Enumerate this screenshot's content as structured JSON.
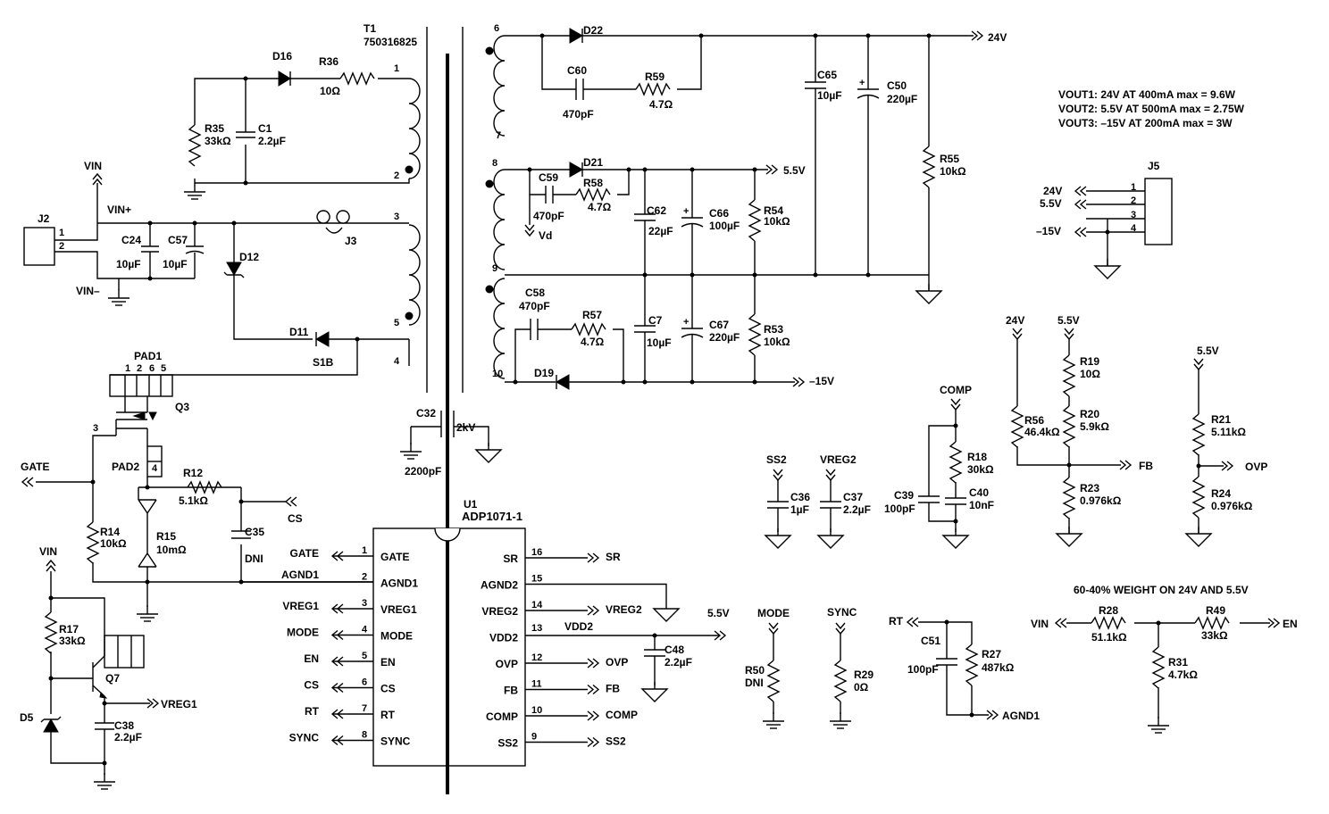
{
  "transformer": {
    "ref": "T1",
    "part": "750316825"
  },
  "ic": {
    "ref": "U1",
    "part": "ADP1071-1"
  },
  "notes": {
    "vout1": "VOUT1: 24V AT 400mA max = 9.6W",
    "vout2": "VOUT2: 5.5V AT 500mA max = 2.75W",
    "vout3": "VOUT3: –15V AT 200mA max = 3W",
    "weight": "60-40% WEIGHT ON 24V AND 5.5V"
  },
  "rails": {
    "r24": "24V",
    "r55": "5.5V",
    "rm15": "–15V",
    "vin": "VIN",
    "vinp": "VIN+",
    "vinm": "VIN–",
    "vd": "Vd",
    "gate": "GATE",
    "cs": "CS",
    "vreg1": "VREG1",
    "vreg2": "VREG2",
    "fb": "FB",
    "ovp": "OVP",
    "en": "EN",
    "agnd1": "AGND1",
    "comp": "COMP",
    "ss2": "SS2",
    "sync": "SYNC",
    "mode": "MODE",
    "rt": "RT",
    "sr": "SR",
    "vdd2": "VDD2"
  },
  "pins_left": [
    {
      "num": "1",
      "name": "GATE",
      "net": "GATE"
    },
    {
      "num": "2",
      "name": "AGND1",
      "net": "AGND1"
    },
    {
      "num": "3",
      "name": "VREG1",
      "net": "VREG1"
    },
    {
      "num": "4",
      "name": "MODE",
      "net": "MODE"
    },
    {
      "num": "5",
      "name": "EN",
      "net": "EN"
    },
    {
      "num": "6",
      "name": "CS",
      "net": "CS"
    },
    {
      "num": "7",
      "name": "RT",
      "net": "RT"
    },
    {
      "num": "8",
      "name": "SYNC",
      "net": "SYNC"
    }
  ],
  "pins_right": [
    {
      "num": "16",
      "name": "SR",
      "net": "SR"
    },
    {
      "num": "15",
      "name": "AGND2",
      "net": ""
    },
    {
      "num": "14",
      "name": "VREG2",
      "net": "VREG2"
    },
    {
      "num": "13",
      "name": "VDD2",
      "net": "VDD2"
    },
    {
      "num": "12",
      "name": "OVP",
      "net": "OVP"
    },
    {
      "num": "11",
      "name": "FB",
      "net": "FB"
    },
    {
      "num": "10",
      "name": "COMP",
      "net": "COMP"
    },
    {
      "num": "9",
      "name": "SS2",
      "net": "SS2"
    }
  ],
  "components": {
    "D16": "D16",
    "R36": "R36",
    "R36v": "10Ω",
    "R35": "R35",
    "R35v": "33kΩ",
    "C1": "C1",
    "C1v": "2.2µF",
    "J2": "J2",
    "C24": "C24",
    "C24v": "10µF",
    "C57": "C57",
    "C57v": "10µF",
    "J3": "J3",
    "D12": "D12",
    "D11": "D11",
    "S1B": "S1B",
    "PAD1": "PAD1",
    "Q3": "Q3",
    "PAD2": "PAD2",
    "R12": "R12",
    "R12v": "5.1kΩ",
    "C35": "C35",
    "C35v": "DNI",
    "R14": "R14",
    "R14v": "10kΩ",
    "R15": "R15",
    "R15v": "10mΩ",
    "R17": "R17",
    "R17v": "33kΩ",
    "Q7": "Q7",
    "D5": "D5",
    "C38": "C38",
    "C38v": "2.2µF",
    "C32": "C32",
    "C32v": "2kV",
    "C32c": "2200pF",
    "D22": "D22",
    "C60": "C60",
    "C60v": "470pF",
    "R59": "R59",
    "R59v": "4.7Ω",
    "C65": "C65",
    "C65v": "10µF",
    "C50": "C50",
    "C50v": "220µF",
    "R55": "R55",
    "R55v": "10kΩ",
    "D21": "D21",
    "C59": "C59",
    "C59v": "470pF",
    "R58": "R58",
    "R58v": "4.7Ω",
    "C62": "C62",
    "C62v": "22µF",
    "C66": "C66",
    "C66v": "100µF",
    "R54": "R54",
    "R54v": "10kΩ",
    "C58": "C58",
    "C58v": "470pF",
    "R57": "R57",
    "R57v": "4.7Ω",
    "C7": "C7",
    "C7v": "10µF",
    "C67": "C67",
    "C67v": "220µF",
    "R53": "R53",
    "R53v": "10kΩ",
    "D19": "D19",
    "J5": "J5",
    "R19": "R19",
    "R19v": "10Ω",
    "R20": "R20",
    "R20v": "5.9kΩ",
    "R23": "R23",
    "R23v": "0.976kΩ",
    "R56": "R56",
    "R56v": "46.4kΩ",
    "R21": "R21",
    "R21v": "5.11kΩ",
    "R24": "R24",
    "R24v": "0.976kΩ",
    "C36": "C36",
    "C36v": "1µF",
    "C37": "C37",
    "C37v": "2.2µF",
    "C39": "C39",
    "C39v": "100pF",
    "R18": "R18",
    "R18v": "30kΩ",
    "C40": "C40",
    "C40v": "10nF",
    "C48": "C48",
    "C48v": "2.2µF",
    "R50": "R50",
    "R50v": "DNI",
    "R29": "R29",
    "R29v": "0Ω",
    "C51": "C51",
    "C51v": "100pF",
    "R27": "R27",
    "R27v": "487kΩ",
    "R28": "R28",
    "R28v": "51.1kΩ",
    "R49": "R49",
    "R49v": "33kΩ",
    "R31": "R31",
    "R31v": "4.7kΩ"
  }
}
